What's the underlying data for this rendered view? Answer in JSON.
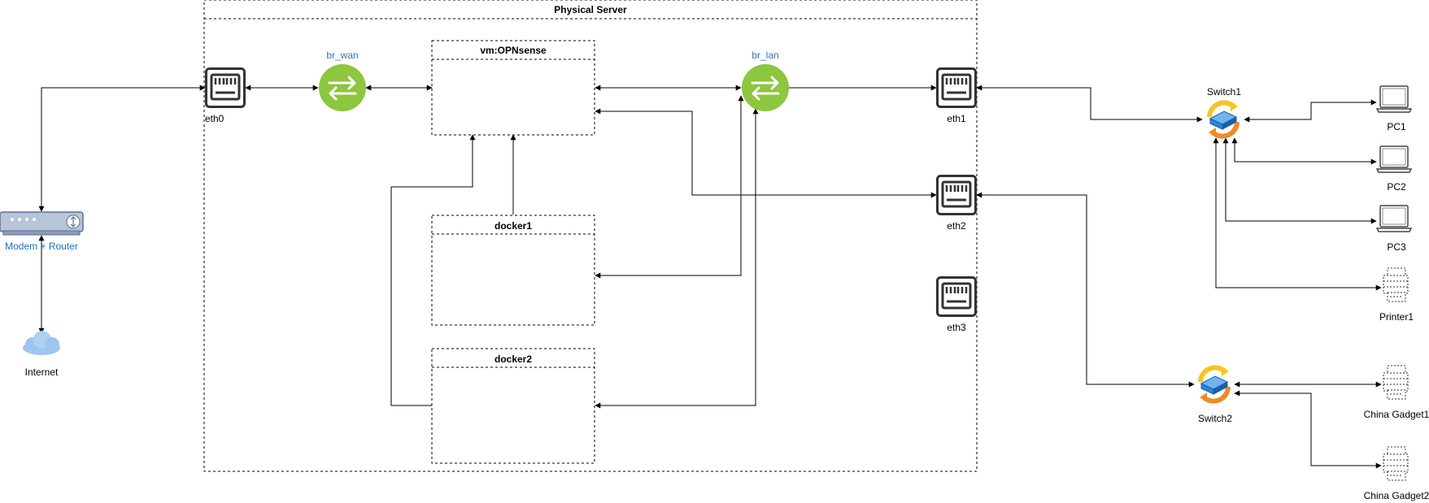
{
  "diagram": {
    "containers": {
      "server": "Physical Server",
      "vm": "vm:OPNsense",
      "docker1": "docker1",
      "docker2": "docker2"
    },
    "ports": {
      "eth0": "eth0",
      "eth1": "eth1",
      "eth2": "eth2",
      "eth3": "eth3"
    },
    "bridges": {
      "br_wan": "br_wan",
      "br_lan": "br_lan"
    },
    "devices": {
      "modem": "Modem + Router",
      "internet": "Internet",
      "switch1": "Switch1",
      "switch2": "Switch2",
      "pc1": "PC1",
      "pc2": "PC2",
      "pc3": "PC3",
      "printer1": "Printer1",
      "gadget1": "China Gadget1",
      "gadget2": "China Gadget2"
    },
    "colors": {
      "bridge": "#8dc63f",
      "label_blue": "#3b73b9",
      "switch_orange": "#f08a24",
      "switch_yellow": "#f9c322",
      "switch_blue": "#2a86d6",
      "modem_body": "#b8c4d8",
      "cloud": "#9cc6ee"
    }
  }
}
